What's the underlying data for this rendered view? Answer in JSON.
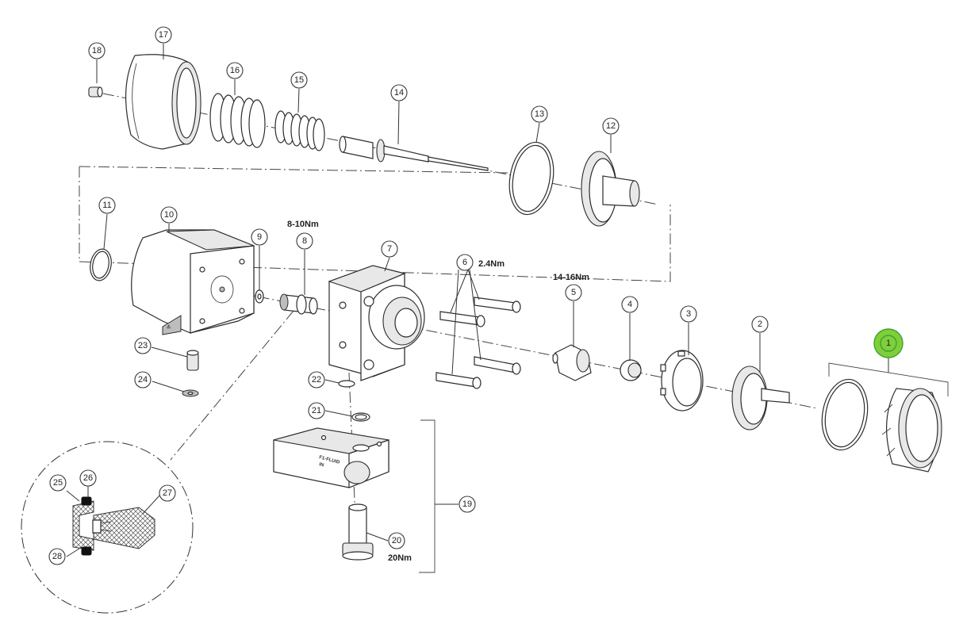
{
  "diagram": {
    "selected_callout": "1",
    "highlight_color": "#7fcf3c",
    "callouts": [
      "1",
      "2",
      "3",
      "4",
      "5",
      "6",
      "7",
      "8",
      "9",
      "10",
      "11",
      "12",
      "13",
      "14",
      "15",
      "16",
      "17",
      "18",
      "19",
      "20",
      "21",
      "22",
      "23",
      "24",
      "25",
      "26",
      "27",
      "28"
    ],
    "torque_labels": {
      "screws_6": "2.4Nm",
      "fitting_8": "8-10Nm",
      "part_5": "14-16Nm",
      "bolt_20": "20Nm"
    },
    "block_label_line1": "F1-FLUID",
    "block_label_line2": "IN"
  }
}
